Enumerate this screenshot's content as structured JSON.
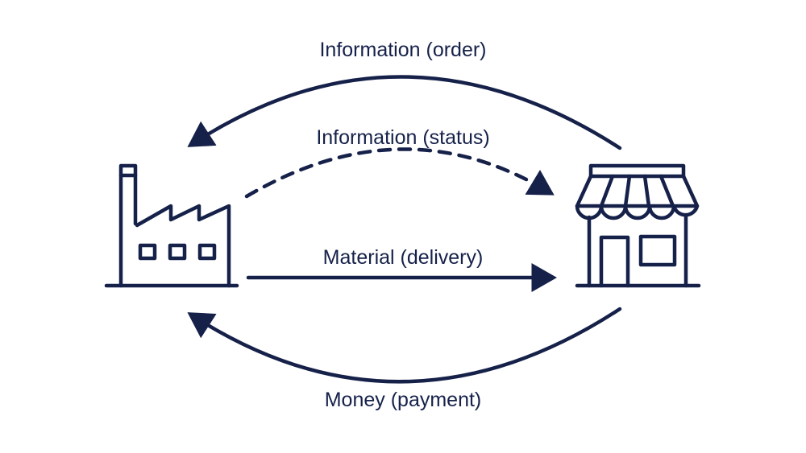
{
  "labels": {
    "order": "Information (order)",
    "status": "Information (status)",
    "delivery": "Material (delivery)",
    "payment": "Money (payment)"
  },
  "nodes": {
    "left": "factory-icon",
    "right": "store-icon"
  },
  "colors": {
    "ink": "#16214a",
    "background": "#ffffff"
  }
}
